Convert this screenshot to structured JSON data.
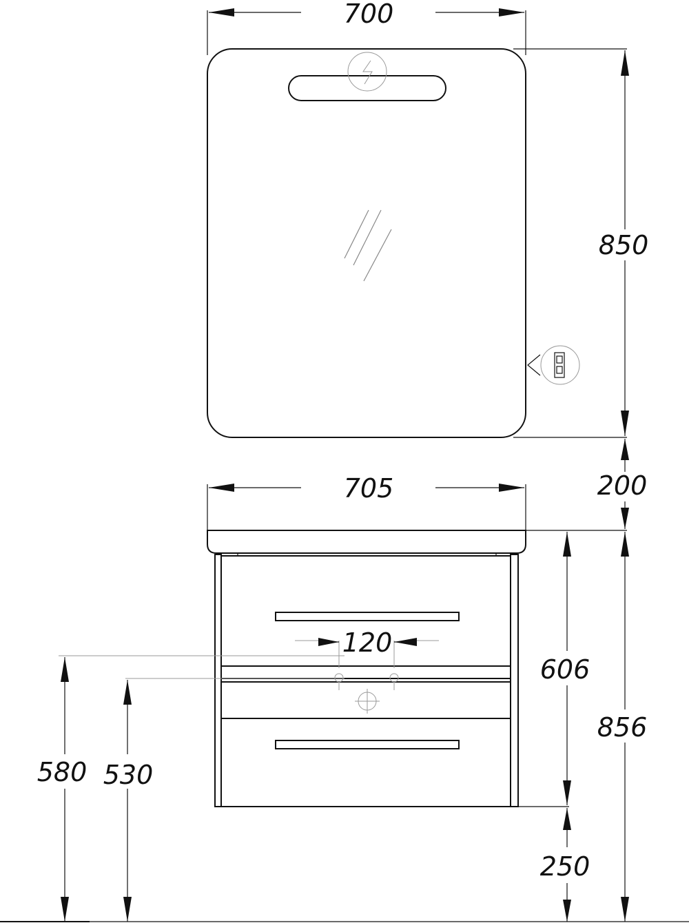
{
  "drawing": {
    "mirror_width": "700",
    "mirror_height": "850",
    "gap": "200",
    "vanity_width": "705",
    "hole_spacing": "120",
    "vanity_height": "606",
    "total_height": "856",
    "floor_clearance": "250",
    "height_580": "580",
    "height_530": "530"
  }
}
